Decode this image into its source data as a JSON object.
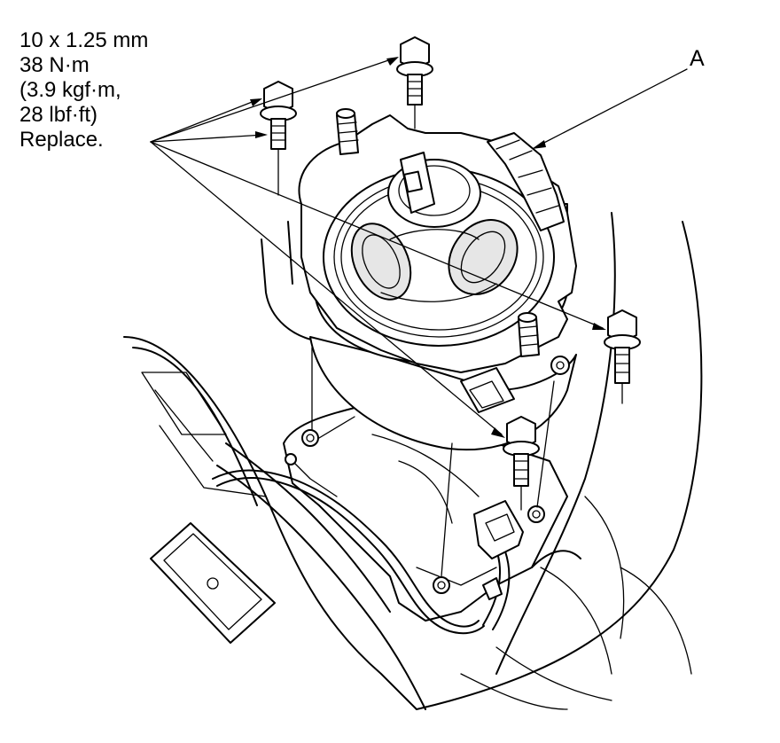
{
  "spec": {
    "line1": "10 x 1.25 mm",
    "line2": "38 N·m",
    "line3": "(3.9 kgf·m,",
    "line4": "28 lbf·ft)",
    "line5": "Replace."
  },
  "callout": {
    "label": "A"
  },
  "colors": {
    "ink": "#000000",
    "paper": "#ffffff"
  }
}
